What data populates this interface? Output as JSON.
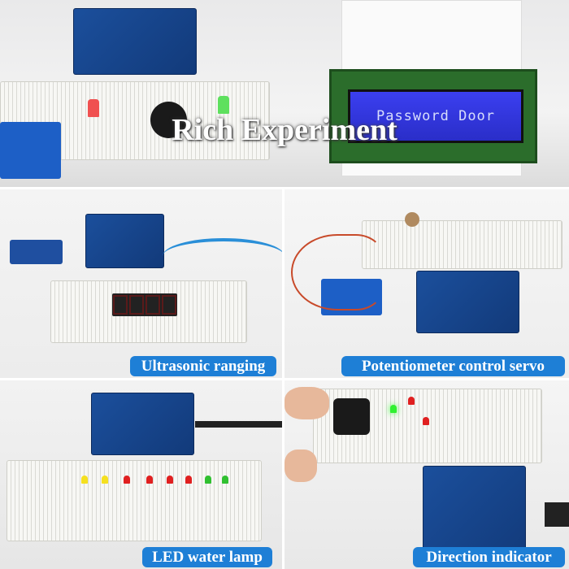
{
  "hero": {
    "title": "Rich Experiment",
    "lcd_text": "Password Door"
  },
  "experiments": [
    {
      "label": "Ultrasonic ranging"
    },
    {
      "label": "Potentiometer control servo"
    },
    {
      "label": "LED water lamp"
    },
    {
      "label": "Direction indicator"
    }
  ],
  "colors": {
    "label_background": "#1e7fd6",
    "label_text": "#ffffff",
    "lcd_backlight": "#3b3ff0"
  }
}
